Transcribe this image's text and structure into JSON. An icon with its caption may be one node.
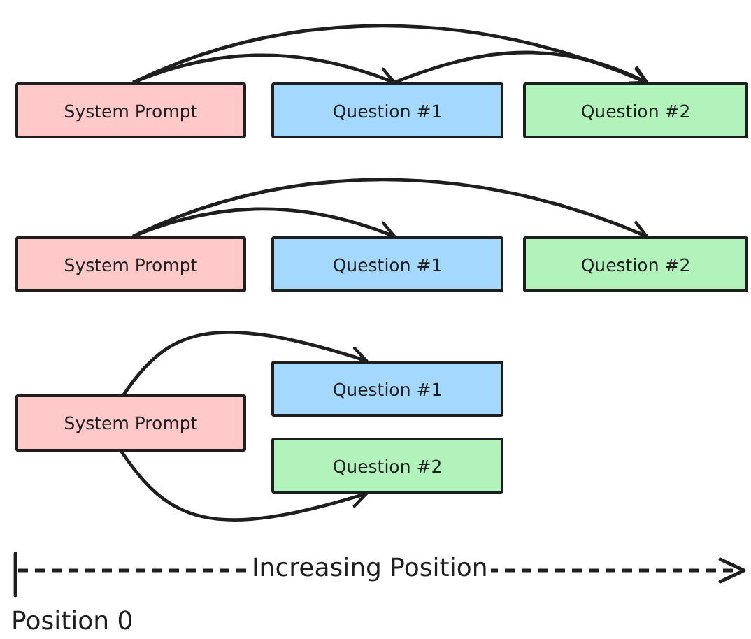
{
  "diagram": {
    "nodes": [
      {
        "text": [
          "System Prompt"
        ]
      },
      {
        "text": [
          "Question #1"
        ]
      },
      {
        "text": [
          "Question #2"
        ]
      },
      {
        "text": [
          "System Prompt"
        ]
      },
      {
        "text": [
          "Question #1"
        ]
      },
      {
        "text": [
          "Question #2"
        ]
      },
      {
        "text": [
          "System Prompt"
        ]
      },
      {
        "text": [
          "Question #1"
        ]
      },
      {
        "text": [
          "Question #2"
        ]
      }
    ],
    "edges": [
      {
        "from": 0,
        "to": 1,
        "arrow": "to"
      },
      {
        "from": 0,
        "to": 2,
        "arrow": "to"
      },
      {
        "from": 1,
        "to": 2,
        "arrow": "to"
      },
      {
        "from": 3,
        "to": 4,
        "arrow": "to"
      },
      {
        "from": 3,
        "to": 5,
        "arrow": "to"
      },
      {
        "from": 6,
        "to": 7,
        "arrow": "to"
      },
      {
        "from": 6,
        "to": 8,
        "arrow": "to"
      }
    ],
    "labels": [
      "Increasing Position",
      "Position 0"
    ]
  }
}
